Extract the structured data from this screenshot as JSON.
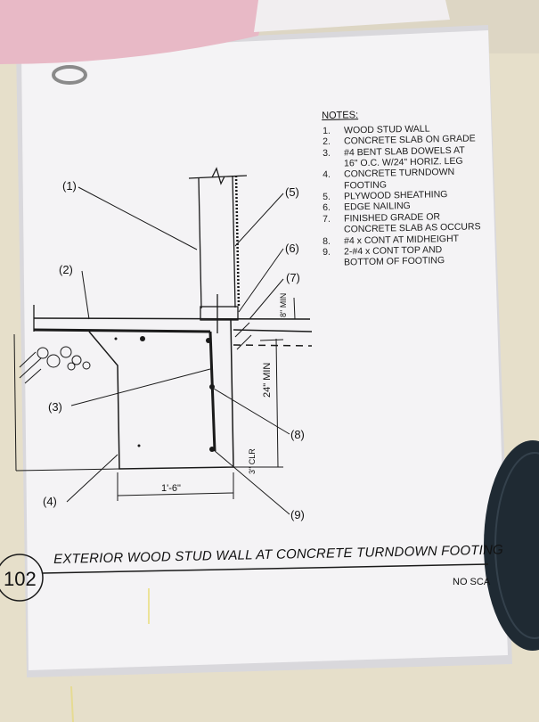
{
  "notes": {
    "heading": "NOTES:",
    "items": [
      {
        "num": "1.",
        "text": "WOOD STUD WALL"
      },
      {
        "num": "2.",
        "text": "CONCRETE SLAB ON GRADE"
      },
      {
        "num": "3.",
        "text": "#4 BENT SLAB DOWELS AT"
      },
      {
        "num": "",
        "text": "16\" O.C. W/24\" HORIZ. LEG"
      },
      {
        "num": "4.",
        "text": "CONCRETE TURNDOWN"
      },
      {
        "num": "",
        "text": "FOOTING"
      },
      {
        "num": "5.",
        "text": "PLYWOOD SHEATHING"
      },
      {
        "num": "6.",
        "text": "EDGE NAILING"
      },
      {
        "num": "7.",
        "text": "FINISHED GRADE OR"
      },
      {
        "num": "",
        "text": "CONCRETE SLAB AS OCCURS"
      },
      {
        "num": "8.",
        "text": "#4 x CONT AT MIDHEIGHT"
      },
      {
        "num": "9.",
        "text": "2-#4 x CONT TOP AND"
      },
      {
        "num": "",
        "text": "BOTTOM OF FOOTING"
      }
    ]
  },
  "callouts": {
    "c1": "(1)",
    "c2": "(2)",
    "c3": "(3)",
    "c4": "(4)",
    "c5": "(5)",
    "c6": "(6)",
    "c7": "(7)",
    "c8": "(8)",
    "c9": "(9)"
  },
  "dimensions": {
    "width": "1'-6\"",
    "depth": "24\" MIN",
    "slab": "8\" MIN",
    "clear": "3\" CLR"
  },
  "title_block": {
    "detail_number": "102",
    "title": "EXTERIOR WOOD STUD WALL AT CONCRETE TURNDOWN FOOTING",
    "scale": "NO SCA"
  },
  "colors": {
    "paper": "#f4f3f5",
    "binder": "#e9e3cf",
    "pink_sheet": "#e8b9c6",
    "ink": "#1a1a1a",
    "disc": "#1f2a33"
  }
}
